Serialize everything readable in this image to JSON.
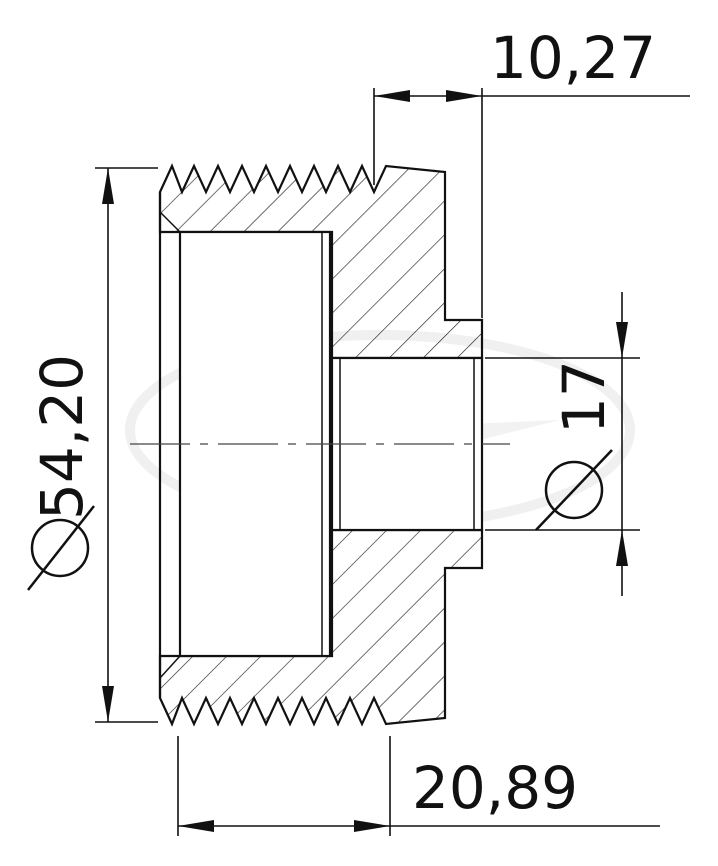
{
  "drawing": {
    "dimensions": {
      "top_width": "10,27",
      "bottom_width": "20,89",
      "outer_diameter": "54,20",
      "bore_diameter": "17"
    },
    "colors": {
      "line": "#111111",
      "watermark": "#d9d9d9",
      "background": "#ffffff"
    },
    "icons": {
      "diameter_symbol": "diameter-icon",
      "watermark": "lightning-watermark-icon"
    }
  }
}
